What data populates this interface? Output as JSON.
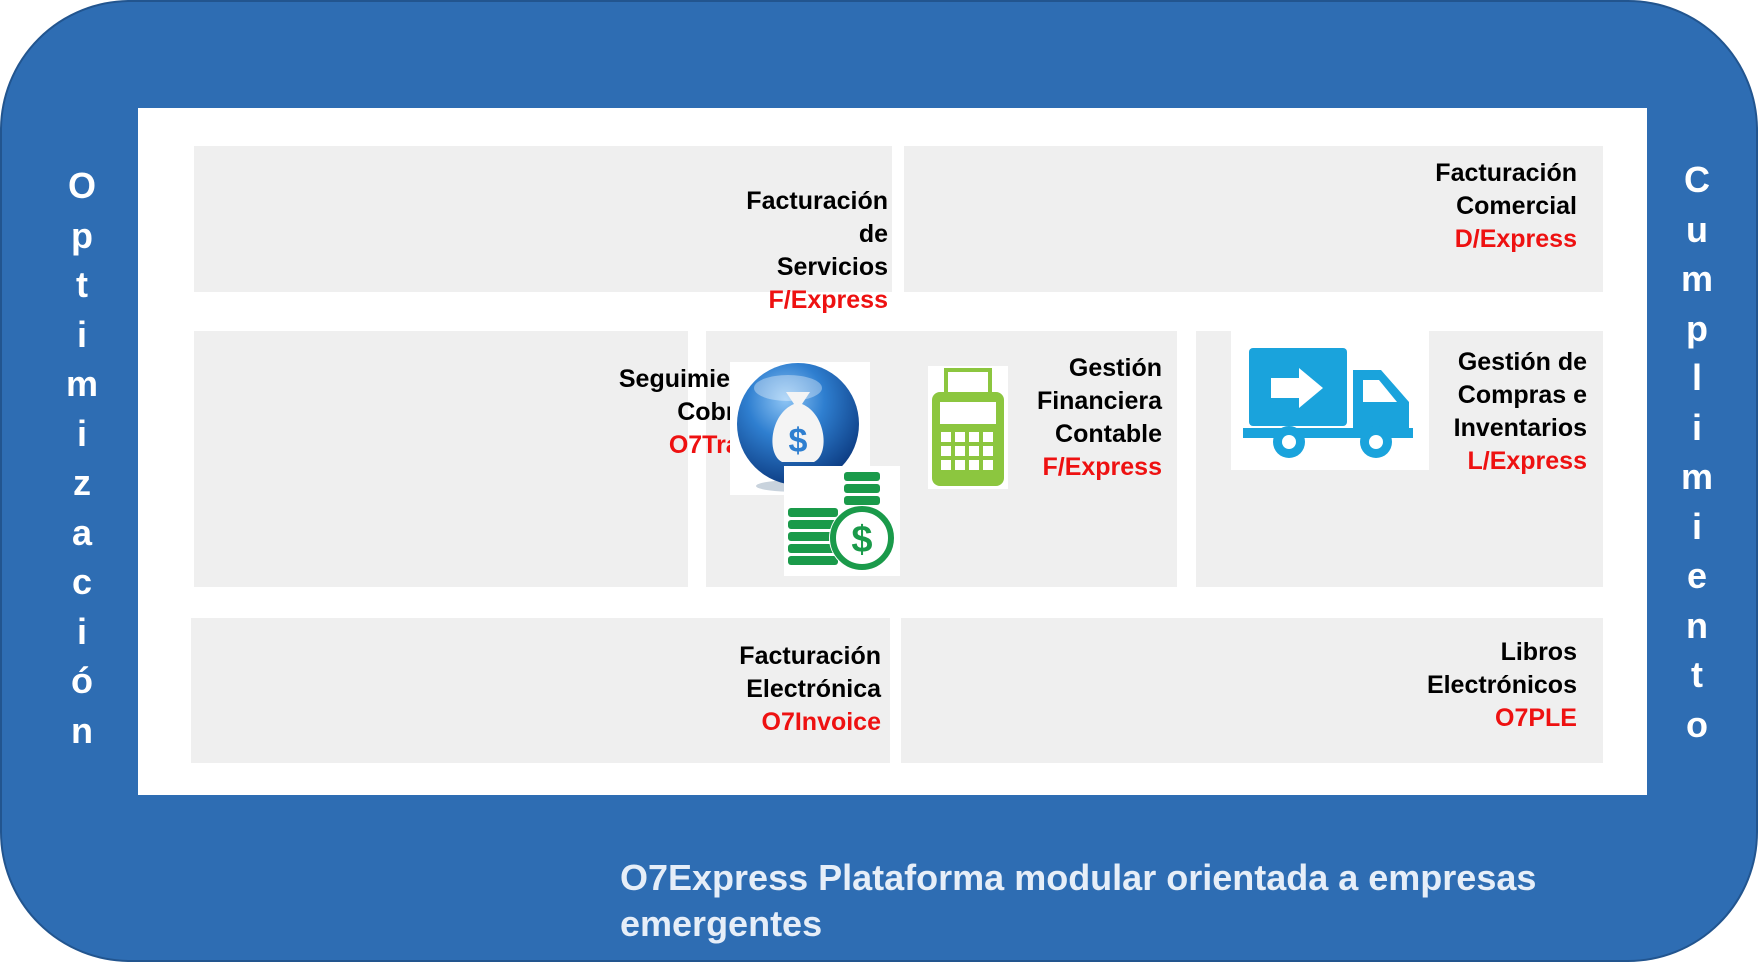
{
  "frame": {
    "left_label": "Optimización",
    "right_label": "Cumplimiento",
    "bottom_title": "O7Express Plataforma modular orientada a empresas emergentes"
  },
  "modules": {
    "servicios": {
      "lines": [
        "Facturación",
        "de",
        "Servicios"
      ],
      "code": "F/Express"
    },
    "comercial": {
      "lines": [
        "Facturación",
        "Comercial"
      ],
      "code": "D/Express"
    },
    "cobranzas": {
      "lines": [
        "Seguimiento de",
        "Cobranzas"
      ],
      "code": "O7Tracking"
    },
    "financiera": {
      "lines": [
        "Gestión",
        "Financiera",
        "Contable"
      ],
      "code": "F/Express"
    },
    "compras": {
      "lines": [
        "Gestión de",
        "Compras e",
        "Inventarios"
      ],
      "code": "L/Express"
    },
    "electronica": {
      "lines": [
        "Facturación",
        "Electrónica"
      ],
      "code": "O7Invoice"
    },
    "libros": {
      "lines": [
        "Libros",
        "Electrónicos"
      ],
      "code": "O7PLE"
    }
  },
  "icons": [
    "money-bag-icon",
    "coin-stack-icon",
    "calculator-icon",
    "delivery-truck-icon"
  ],
  "colors": {
    "frame": "#2e6db3",
    "tile": "#efefef",
    "code": "#ee1111",
    "coins": "#1a9a4a",
    "calculator": "#8cc63f",
    "truck": "#1aa3dc"
  }
}
